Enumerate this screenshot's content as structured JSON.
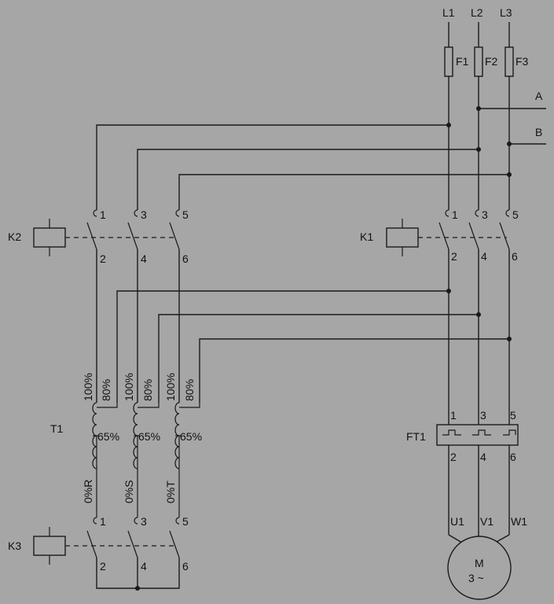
{
  "lines": [
    "L1",
    "L2",
    "L3"
  ],
  "fuses": [
    "F1",
    "F2",
    "F3"
  ],
  "taps": [
    "A",
    "B"
  ],
  "contactors": {
    "k1": "K1",
    "k2": "K2",
    "k3": "K3"
  },
  "terminals": [
    "1",
    "2",
    "3",
    "4",
    "5",
    "6"
  ],
  "transformer": {
    "name": "T1",
    "top_tap": "100%",
    "mid_tap": "80%",
    "low_tap": "65%",
    "phases": [
      "0%R",
      "0%S",
      "0%T"
    ]
  },
  "overload": {
    "name": "FT1"
  },
  "motor": {
    "label": "M",
    "phase": "3 ~",
    "terminals": [
      "U1",
      "V1",
      "W1"
    ]
  }
}
